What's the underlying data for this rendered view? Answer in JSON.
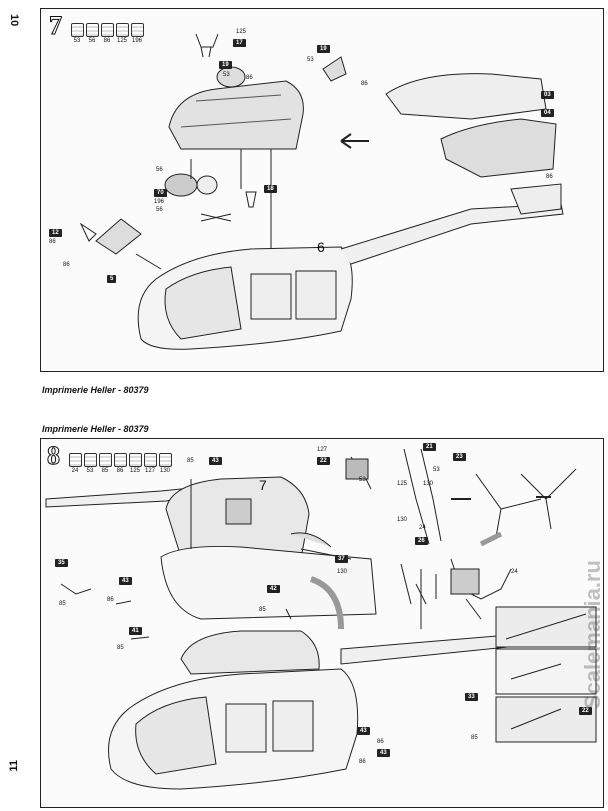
{
  "pages": {
    "top": "10",
    "bottom": "11"
  },
  "imprint": {
    "top": "Imprimerie Heller - 80379",
    "bottom": "Imprimerie Heller - 80379"
  },
  "step7": {
    "number": "7",
    "paints": [
      "53",
      "56",
      "86",
      "125",
      "196"
    ],
    "tags": {
      "t17": "17",
      "t19a": "19",
      "t19b": "19",
      "t03": "03",
      "t04": "04",
      "t70": "70",
      "t18": "18",
      "t12": "12",
      "t5": "5"
    },
    "labels": {
      "l125": "125",
      "l53a": "53",
      "l86a": "86",
      "l53b": "53",
      "l86b": "86",
      "l86c": "86",
      "l56a": "56",
      "l196": "196",
      "l56b": "56",
      "l86d": "86",
      "l86e": "86",
      "l6": "6"
    }
  },
  "step8": {
    "number": "8",
    "paints": [
      "24",
      "53",
      "85",
      "86",
      "125",
      "127",
      "130"
    ],
    "tags": {
      "t43a": "43",
      "t22": "22",
      "t21": "21",
      "t23": "23",
      "t35": "35",
      "t43b": "43",
      "t26": "26",
      "t37": "37",
      "t42": "42",
      "t41": "41",
      "t33": "33",
      "t43c": "43",
      "t43d": "43",
      "t22b": "22"
    },
    "labels": {
      "l85a": "85",
      "l127": "127",
      "l125": "125",
      "l53": "53",
      "l130a": "130",
      "l130b": "130",
      "l53c": "53",
      "l7": "7",
      "l24a": "24",
      "l24b": "24",
      "l130c": "130",
      "l85b": "85",
      "l86f": "86",
      "l85c": "85",
      "l85d": "85",
      "l85e": "85",
      "l86g": "86",
      "l86h": "86"
    }
  },
  "watermark": "Scalemania.ru"
}
